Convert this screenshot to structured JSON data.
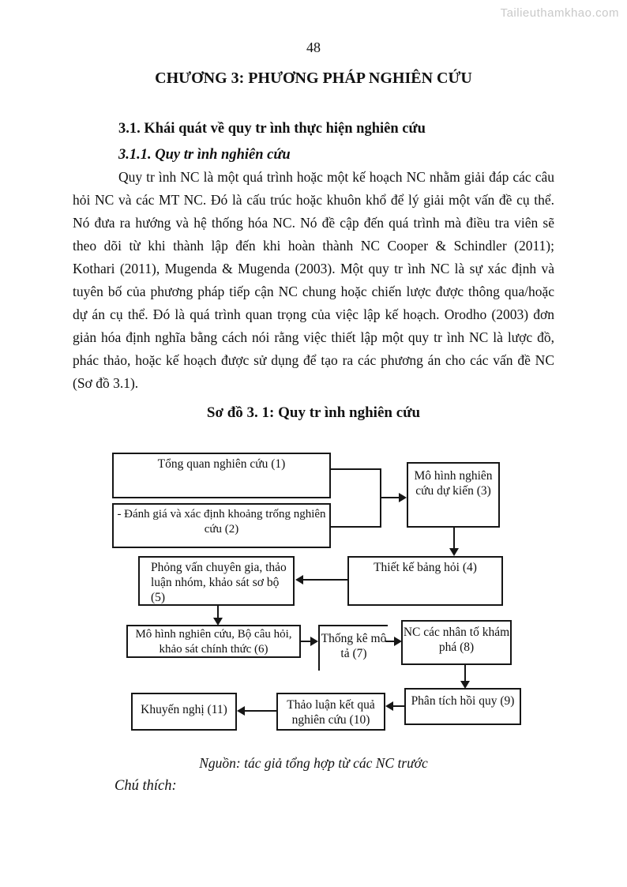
{
  "watermark": "Tailieuthamkhao.com",
  "page_number": "48",
  "chapter_title": "CHƯƠNG 3: PHƯƠNG PHÁP NGHIÊN CỨU",
  "section": {
    "heading": "3.1. Khái quát về quy tr ình thực hiện nghiên cứu",
    "subheading": "3.1.1. Quy tr ình nghiên cứu"
  },
  "paragraph": {
    "lines": [
      "Quy tr ình NC là một quá trình hoặc một kế hoạch NC nhằm giải đáp các câu",
      "hỏi NC và các MT NC. Đó là cấu trúc hoặc khuôn khổ để lý giải một vấn đề cụ thể.",
      "Nó đưa ra hướng và hệ thống hóa NC. Nó đề cập đến quá trình mà điều tra viên sẽ",
      "theo dõi từ khi thành lập đến khi hoàn thành NC Cooper & Schindler (2011);",
      "Kothari (2011), Mugenda & Mugenda (2003). Một quy tr ình NC là sự xác định và",
      "tuyên bố của phương pháp tiếp cận NC chung hoặc chiến lược được thông qua/hoặc",
      "dự án cụ thể. Đó là quá trình quan trọng của việc lập kế hoạch.  Orodho (2003) đơn",
      "giản hóa định nghĩa bằng cách nói rằng việc thiết lập một quy tr ình NC là lược đồ,",
      "phác thảo, hoặc kế hoạch được sử dụng để tạo ra các phương án cho các vấn đề NC",
      "(Sơ đồ 3.1)."
    ]
  },
  "diagram": {
    "caption": "Sơ đồ 3. 1: Quy tr ình nghiên cứu",
    "source": "Nguồn: tác giả tổng hợp từ các NC trước",
    "boxes": [
      {
        "label": "Tổng quan nghiên cứu (1)"
      },
      {
        "label": "- Đánh giá và xác định khoảng trống nghiên cứu (2)"
      },
      {
        "label": "Mô hình nghiên cứu dự kiến (3)"
      },
      {
        "label": "Thiết kế bảng hỏi (4)"
      },
      {
        "label": "Phỏng vấn chuyên gia, thảo luận nhóm, khảo sát sơ bộ (5)"
      },
      {
        "label": "Mô hình nghiên cứu, Bộ câu hỏi, khảo sát chính thức (6)"
      },
      {
        "label": "Thống kê mô tả (7)"
      },
      {
        "label": "NC các nhân tố khám phá (8)"
      },
      {
        "label": "Phân tích hồi quy (9)"
      },
      {
        "label": "Thảo luận kết quả nghiên cứu (10)"
      },
      {
        "label": "Khuyến nghị (11)"
      }
    ]
  },
  "footer_note": "Chú thích:"
}
